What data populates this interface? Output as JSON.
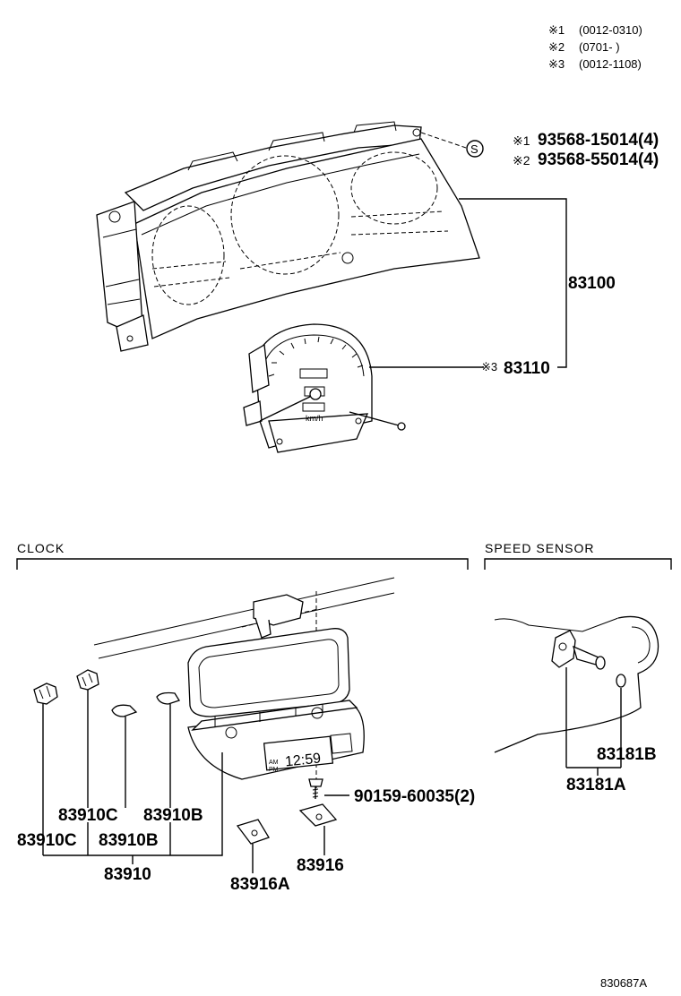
{
  "notes": [
    {
      "mark": "※1",
      "range": "(0012-0310)"
    },
    {
      "mark": "※2",
      "range": "(0701-      )"
    },
    {
      "mark": "※3",
      "range": "(0012-1108)"
    }
  ],
  "screw_symbol": "S",
  "screw_parts": [
    {
      "mark": "※1",
      "number": "93568-15014(4)"
    },
    {
      "mark": "※2",
      "number": "93568-55014(4)"
    }
  ],
  "parts": {
    "cluster": "83100",
    "speedometer_mark": "※3",
    "speedometer": "83110",
    "clock_bulb_c_upper": "83910C",
    "clock_bulb_b_upper": "83910B",
    "clock_bulb_c_lower": "83910C",
    "clock_bulb_b_lower": "83910B",
    "clock_assembly": "83910",
    "clock_screw": "90159-60035(2)",
    "bracket_a": "83916A",
    "bracket": "83916",
    "sensor_b": "83181B",
    "sensor_a": "83181A"
  },
  "sections": {
    "clock": "CLOCK",
    "speed_sensor": "SPEED SENSOR"
  },
  "gauge_labels": {
    "unit": "km/h"
  },
  "clock_display": {
    "time": "12:59",
    "am": "AM",
    "pm": "PM"
  },
  "figure_code": "830687A"
}
